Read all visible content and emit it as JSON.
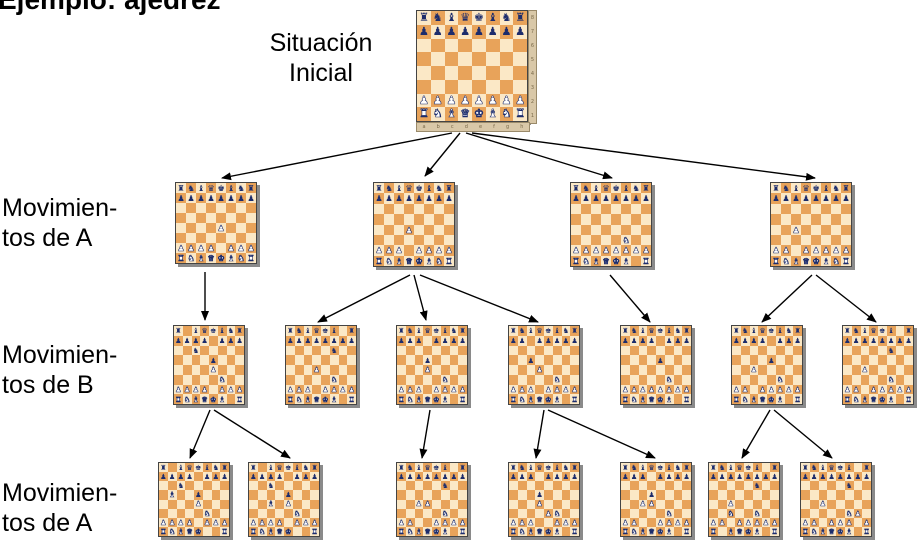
{
  "title_partial": "Ejemplo: ajedrez",
  "labels": {
    "root": "Situación\nInicial",
    "level1": "Movimien-\ntos de A",
    "level2": "Movimien-\ntos de B",
    "level3": "Movimien-\ntos de A"
  },
  "colors": {
    "light_square": "#fbe8c6",
    "dark_square": "#e8a35a",
    "white_piece": "#ffffff",
    "black_piece": "#1c2c6c"
  },
  "files": [
    "a",
    "b",
    "c",
    "d",
    "e",
    "f",
    "g",
    "h"
  ],
  "ranks": [
    "8",
    "7",
    "6",
    "5",
    "4",
    "3",
    "2",
    "1"
  ],
  "positions": {
    "start": [
      "rnbqkbnr",
      "pppppppp",
      "8",
      "8",
      "8",
      "8",
      "PPPPPPPP",
      "RNBQKBNR"
    ],
    "l1a": [
      "rnbqkbnr",
      "pppppppp",
      "8",
      "8",
      "4P3",
      "8",
      "PPPP1PPP",
      "RNBQKBNR"
    ],
    "l1b": [
      "rnbqkbnr",
      "pppppppp",
      "8",
      "8",
      "3P4",
      "8",
      "PPP1PPPP",
      "RNBQKBNR"
    ],
    "l1c": [
      "rnbqkbnr",
      "pppppppp",
      "8",
      "8",
      "8",
      "5N2",
      "PPPPPPPP",
      "RNBQKB1R"
    ],
    "l1d": [
      "rnbqkbnr",
      "pppppppp",
      "8",
      "8",
      "2P5",
      "8",
      "PP1PPPPP",
      "RNBQKBNR"
    ],
    "l2a": [
      "r1bqkbnr",
      "pppp1ppp",
      "2n5",
      "4p3",
      "4P3",
      "5N2",
      "PPPP1PPP",
      "RNBQKB1R"
    ],
    "l2b": [
      "rnbqkb1r",
      "pppppppp",
      "5n2",
      "8",
      "3P4",
      "5N2",
      "PPP1PPPP",
      "RNBQKB1R"
    ],
    "l2c": [
      "rnbqkbnr",
      "ppp1pppp",
      "8",
      "3p4",
      "3P4",
      "5N2",
      "PPP1PPPP",
      "RNBQKB1R"
    ],
    "l2d": [
      "rnbqkbnr",
      "pp1ppppp",
      "8",
      "2p5",
      "3P4",
      "5N2",
      "PPP1PPPP",
      "RNBQKB1R"
    ],
    "l2e": [
      "rnbqkbnr",
      "pppp1ppp",
      "8",
      "4p3",
      "8",
      "5N2",
      "PPPPPPPP",
      "RNBQKB1R"
    ],
    "l2f": [
      "rnbqkbnr",
      "pppp1ppp",
      "8",
      "4p3",
      "2P5",
      "5N2",
      "PP1PPPPP",
      "RNBQKB1R"
    ],
    "l2g": [
      "rnbqkb1r",
      "pppppppp",
      "5n2",
      "8",
      "2P5",
      "5N2",
      "PP1PPPPP",
      "RNBQKB1R"
    ],
    "l3a": [
      "r1bqkbnr",
      "pppp1ppp",
      "2n5",
      "1B2p3",
      "4P3",
      "5N2",
      "PPPP1PPP",
      "RNBQK2R"
    ],
    "l3b": [
      "r1bqkbnr",
      "pppp1ppp",
      "2n5",
      "4p3",
      "2B1P3",
      "5N2",
      "PPPP1PPP",
      "RNBQK2R"
    ],
    "l3c": [
      "rnbqkb1r",
      "pppppppp",
      "5n2",
      "8",
      "2PP4",
      "5N2",
      "PP2PPPPP",
      "RNBQKB1R"
    ],
    "l3d": [
      "rnbqkbnr",
      "ppp1pppp",
      "8",
      "3p4",
      "3P4",
      "4PN2",
      "PPP2PPP",
      "RNBQKB1R"
    ],
    "l3e": [
      "rnbqkbnr",
      "ppp1pppp",
      "8",
      "3p4",
      "2PP4",
      "5N2",
      "PP2PPPP",
      "RNBQKB1R"
    ],
    "l3f": [
      "rnbqkb1r",
      "pppppppp",
      "5n2",
      "8",
      "2P5",
      "2N2N2",
      "PP1PPPPP",
      "R1BQKB1R"
    ],
    "l3g": [
      "rnbqkb1r",
      "pppppppp",
      "5n2",
      "8",
      "2P5",
      "5NP1",
      "PP1PPP1P",
      "RNBQKB1R"
    ]
  }
}
